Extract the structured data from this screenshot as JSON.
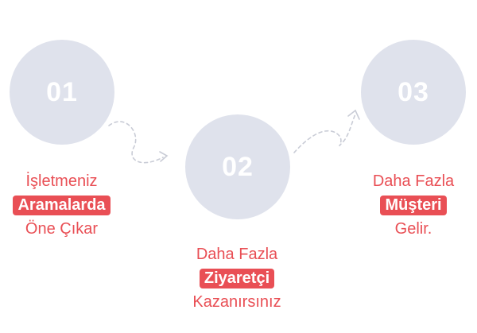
{
  "steps": [
    {
      "number": "01",
      "before": "İşletmeniz",
      "highlight": "Aramalarda",
      "after": "Öne Çıkar"
    },
    {
      "number": "02",
      "before": "Daha Fazla",
      "highlight": "Ziyaretçi",
      "after": "Kazanırsınız"
    },
    {
      "number": "03",
      "before": "Daha Fazla",
      "highlight": "Müşteri",
      "after": "Gelir."
    }
  ],
  "colors": {
    "accent": "#e94f55",
    "circle": "#dfe2ec",
    "connector": "#c9ccd6"
  }
}
